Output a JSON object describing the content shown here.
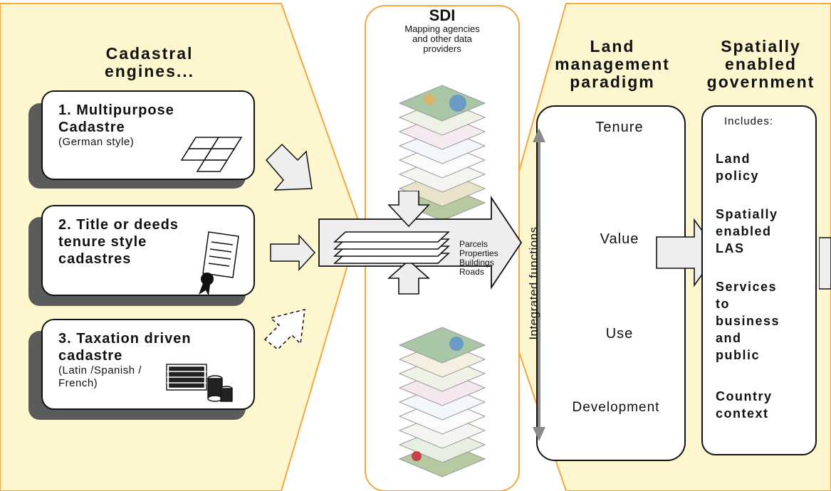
{
  "cadastral": {
    "heading_line1": "Cadastral",
    "heading_line2": "engines...",
    "engines": [
      {
        "title_line1": "1. Multipurpose",
        "title_line2": "Cadastre",
        "sub_line1": "(German style)",
        "sub_line2": ""
      },
      {
        "title_line1": "2. Title or deeds",
        "title_line2": "tenure style",
        "title_line3": "cadastres"
      },
      {
        "title_line1": "3. Taxation driven",
        "title_line2": "cadastre",
        "sub_line1": "(Latin /Spanish /",
        "sub_line2": "French)"
      }
    ]
  },
  "sdi": {
    "title": "SDI",
    "sub_line1": "Mapping agencies",
    "sub_line2": "and other data",
    "sub_line3": "providers",
    "layers": [
      "Parcels",
      "Properties",
      "Buildings",
      "Roads"
    ]
  },
  "land_management": {
    "heading_line1": "Land",
    "heading_line2": "management",
    "heading_line3": "paradigm",
    "functions": [
      "Tenure",
      "Value",
      "Use",
      "Development"
    ],
    "axis_label": "Integrated functions"
  },
  "government": {
    "heading_line1": "Spatially",
    "heading_line2": "enabled",
    "heading_line3": "government",
    "includes_label": "Includes:",
    "items": [
      [
        "Land",
        "policy"
      ],
      [
        "Spatially",
        "enabled",
        "LAS"
      ],
      [
        "Services",
        "to",
        "business",
        "and",
        "public"
      ],
      [
        "Country",
        "context"
      ]
    ]
  },
  "colors": {
    "panel_fill": "#fdf6cf",
    "panel_edge": "#f4a640",
    "arrow_fill": "#eeeeee",
    "shadow": "#5b5b5b"
  }
}
